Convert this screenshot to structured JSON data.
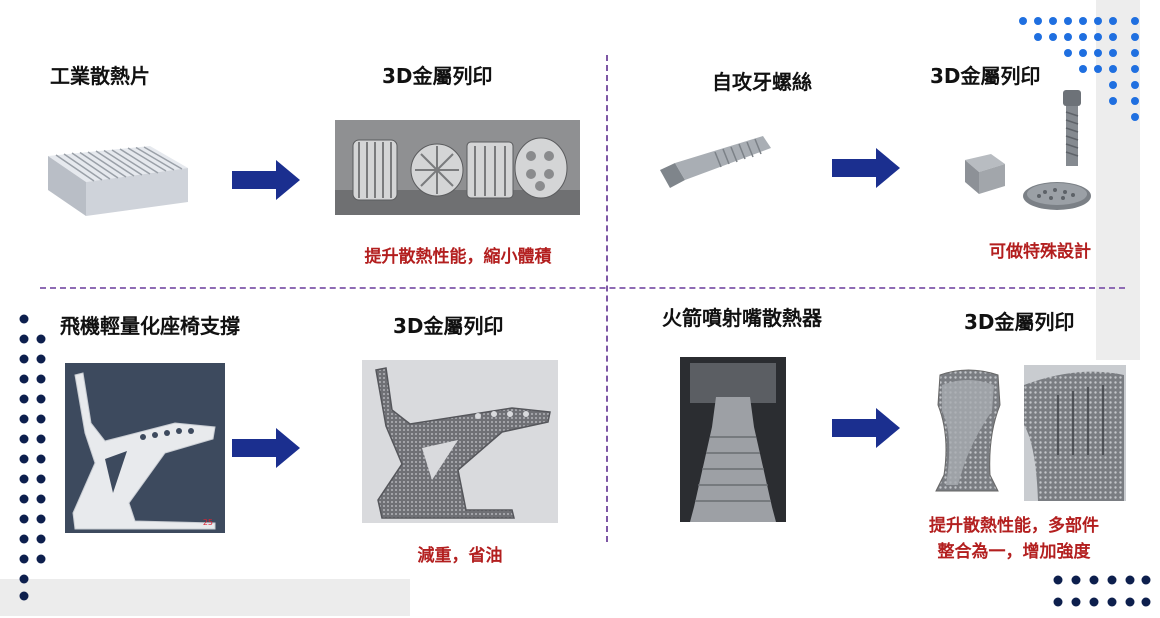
{
  "colors": {
    "accent_blue": "#1f6fe0",
    "navy": "#0d1f4d",
    "arrow": "#1b2f8f",
    "caption_red": "#b31f1f",
    "divider": "#7e57a5"
  },
  "panels": {
    "top_left": {
      "source_title": "工業散熱片",
      "result_title": "3D金屬列印",
      "caption": "提升散熱性能，縮小體積"
    },
    "top_right": {
      "source_title": "自攻牙螺絲",
      "result_title": "3D金屬列印",
      "caption": "可做特殊設計"
    },
    "bottom_left": {
      "source_title": "飛機輕量化座椅支撐",
      "result_title": "3D金屬列印",
      "caption": "減重，省油",
      "photo_label": "25"
    },
    "bottom_right": {
      "source_title": "火箭噴射嘴散熱器",
      "result_title": "3D金屬列印",
      "caption_line1": "提升散熱性能，多部件",
      "caption_line2": "整合為一，增加強度"
    }
  },
  "icons": [
    "arrow-right-icon",
    "dot-pattern"
  ]
}
